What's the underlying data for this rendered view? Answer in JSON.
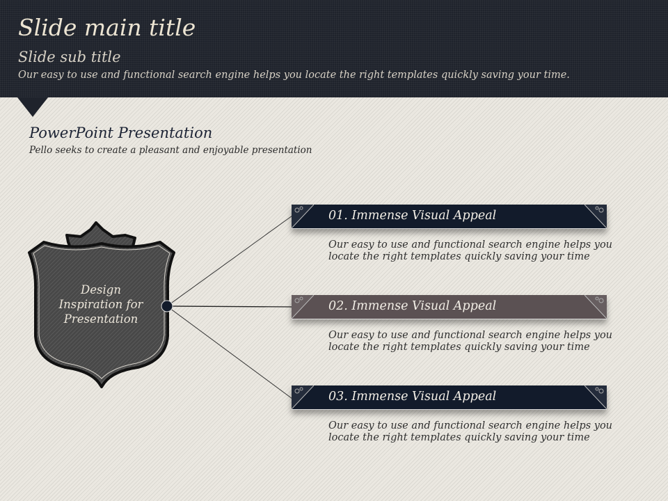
{
  "header": {
    "title": "Slide main title",
    "subtitle": "Slide sub title",
    "description": "Our easy to use and functional search engine helps you locate the right templates quickly saving your time."
  },
  "section": {
    "title": "PowerPoint Presentation",
    "description": "Pello seeks to create a pleasant and enjoyable presentation"
  },
  "shield": {
    "lines": [
      "Design",
      "Inspiration for",
      "Presentation"
    ]
  },
  "items": [
    {
      "label": "01. Immense Visual Appeal",
      "desc1": "Our easy to use and functional search engine helps you",
      "desc2": "locate the right templates  quickly saving your time",
      "color": "#121b2b"
    },
    {
      "label": "02. Immense Visual Appeal",
      "desc1": "Our easy to use and functional search engine helps you",
      "desc2": "locate the right templates  quickly saving your time",
      "color": "#5b5153"
    },
    {
      "label": "03. Immense Visual Appeal",
      "desc1": "Our easy to use and functional search engine helps you",
      "desc2": "locate the right templates  quickly saving your time",
      "color": "#121b2b"
    }
  ]
}
